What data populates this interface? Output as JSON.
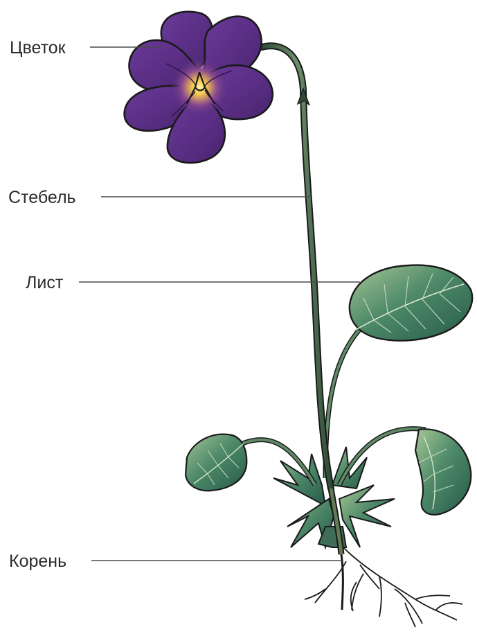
{
  "labels": {
    "flower": "Цветок",
    "stem": "Стебель",
    "leaf": "Лист",
    "root": "Корень"
  },
  "colors": {
    "petal": "#5a2f86",
    "petal_dark": "#3a1c5c",
    "flower_center": "#f3c54a",
    "leaf": "#2f6b56",
    "leaf_light": "#8fb784",
    "stem": "#3f5f45",
    "root": "#7a5a3a",
    "outline": "#1a1a1a",
    "text": "#2b2b2b",
    "leader_line": "#4a4a4a"
  }
}
